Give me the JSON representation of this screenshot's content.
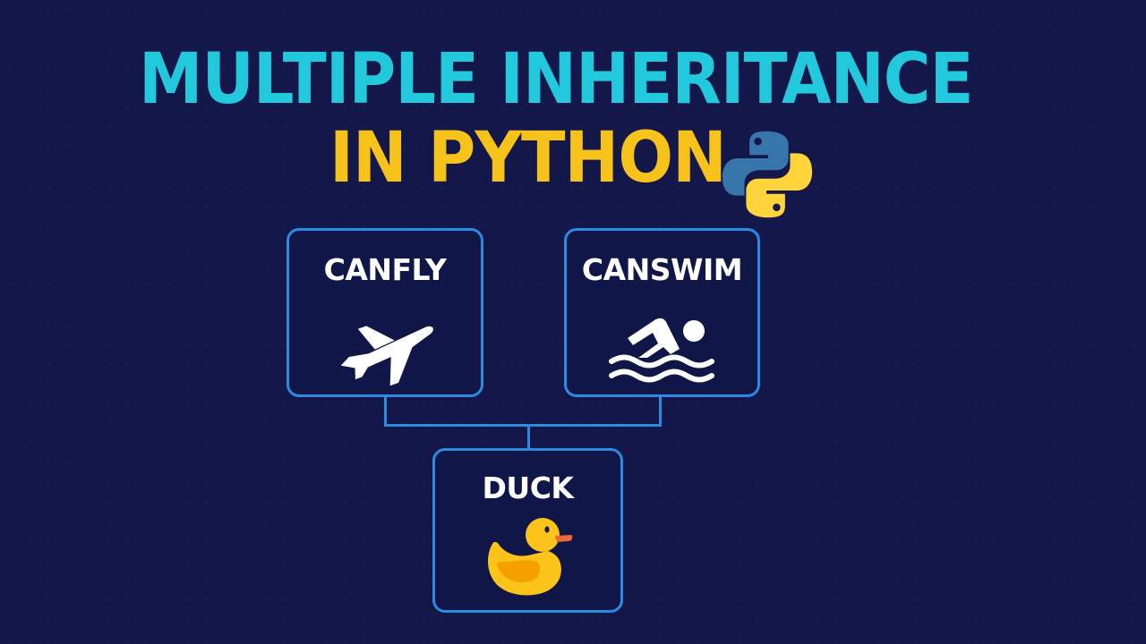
{
  "title": {
    "line1": "MULTIPLE INHERITANCE",
    "line2": "IN PYTHON",
    "line1_color": "#22c9dd",
    "line2_color": "#f7c21a",
    "logo_icon": "python-logo-icon"
  },
  "colors": {
    "background": "#13174a",
    "box_border": "#2b8be0",
    "box_fill": "#111649",
    "label_text": "#ffffff",
    "python_blue": "#3776ab",
    "python_yellow": "#ffd43b",
    "duck_yellow": "#fcc419",
    "duck_wing": "#f59f00",
    "duck_beak": "#e8693a"
  },
  "diagram": {
    "parents": [
      {
        "label": "CANFLY",
        "icon": "airplane-icon"
      },
      {
        "label": "CANSWIM",
        "icon": "swimmer-icon"
      }
    ],
    "child": {
      "label": "DUCK",
      "icon": "duck-icon"
    },
    "relationship": "Duck inherits from CanFly and CanSwim"
  }
}
